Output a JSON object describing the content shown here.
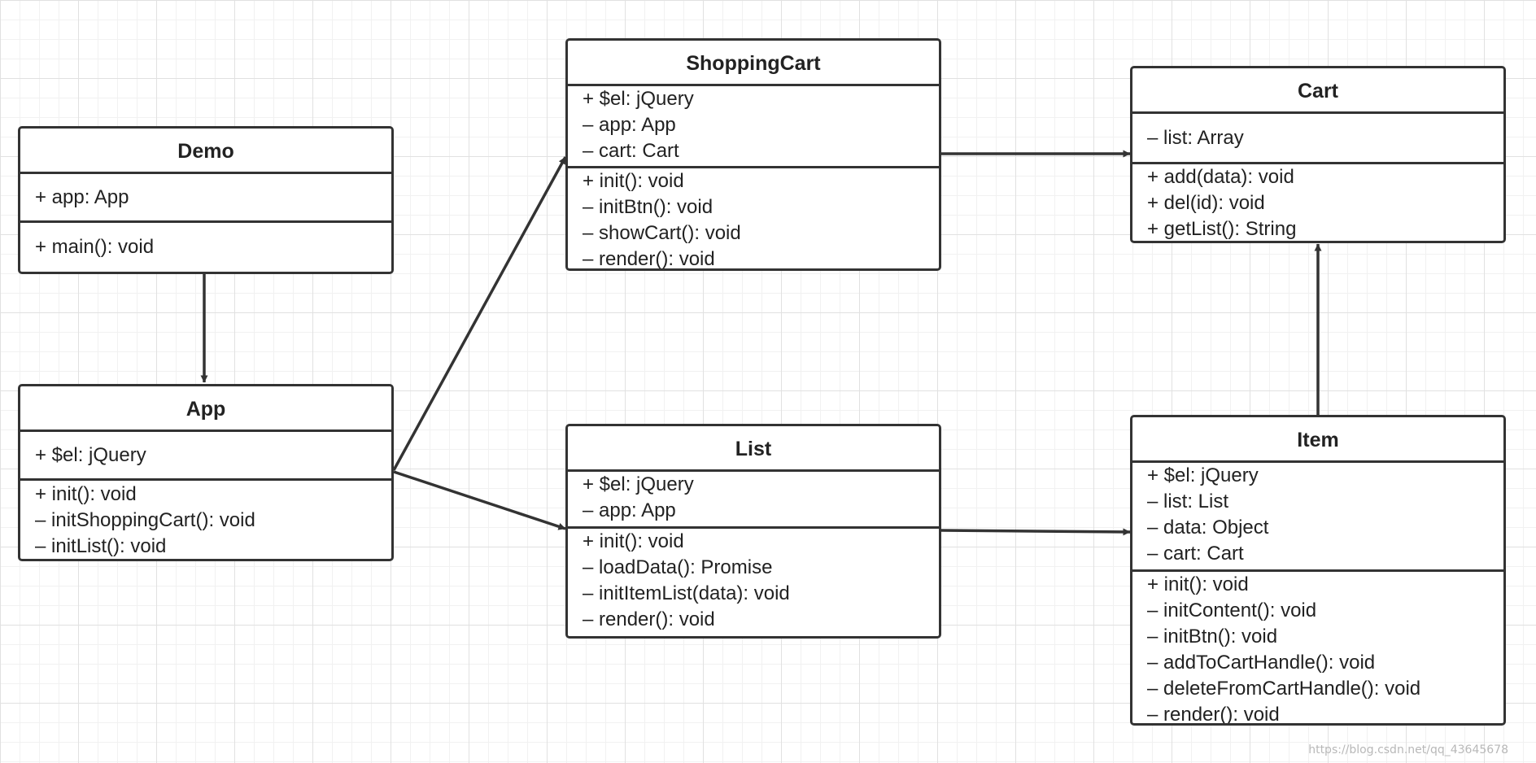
{
  "classes": {
    "demo": {
      "name": "Demo",
      "attributes": [
        "+ app: App"
      ],
      "methods": [
        "+ main(): void"
      ]
    },
    "app": {
      "name": "App",
      "attributes": [
        "+ $el: jQuery"
      ],
      "methods": [
        "+ init(): void",
        "– initShoppingCart(): void",
        "– initList(): void"
      ]
    },
    "shopping_cart": {
      "name": "ShoppingCart",
      "attributes": [
        "+ $el: jQuery",
        "– app: App",
        "– cart: Cart"
      ],
      "methods": [
        "+ init(): void",
        "– initBtn(): void",
        "– showCart(): void",
        "– render(): void"
      ]
    },
    "list": {
      "name": "List",
      "attributes": [
        "+ $el: jQuery",
        "– app: App"
      ],
      "methods": [
        "+ init(): void",
        "– loadData(): Promise",
        "– initItemList(data): void",
        "– render(): void"
      ]
    },
    "cart": {
      "name": "Cart",
      "attributes": [
        "– list: Array"
      ],
      "methods": [
        "+ add(data): void",
        "+ del(id): void",
        "+ getList(): String"
      ]
    },
    "item": {
      "name": "Item",
      "attributes": [
        "+ $el: jQuery",
        "– list: List",
        "– data: Object",
        "– cart: Cart"
      ],
      "methods": [
        "+ init(): void",
        "– initContent(): void",
        "– initBtn(): void",
        "– addToCartHandle(): void",
        "– deleteFromCartHandle(): void",
        "– render(): void"
      ]
    }
  },
  "relations": [
    {
      "from": "Demo",
      "to": "App"
    },
    {
      "from": "App",
      "to": "ShoppingCart"
    },
    {
      "from": "App",
      "to": "List"
    },
    {
      "from": "ShoppingCart",
      "to": "Cart"
    },
    {
      "from": "List",
      "to": "Item"
    },
    {
      "from": "Item",
      "to": "Cart"
    }
  ],
  "watermark": "https://blog.csdn.net/qq_43645678",
  "colors": {
    "stroke": "#333333",
    "text": "#222222",
    "grid_major": "#e1e1e1",
    "grid_minor": "#f1f1f1"
  }
}
